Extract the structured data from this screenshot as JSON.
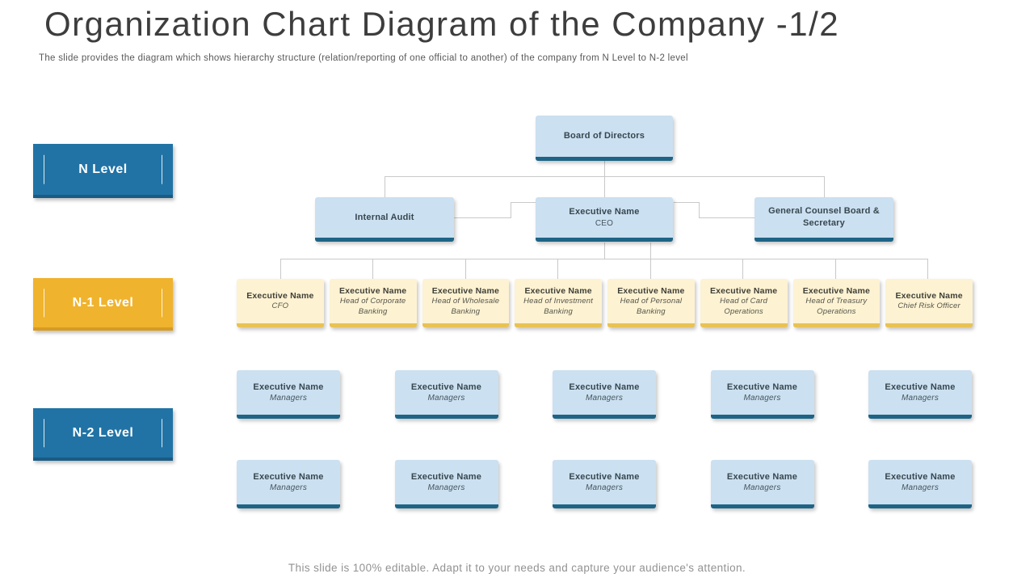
{
  "slide": {
    "title": "Organization Chart Diagram of the Company -1/2",
    "subtitle": "The slide provides the diagram which shows hierarchy structure (relation/reporting of one official to another) of the company from N Level to N-2 level",
    "footer": "This slide is 100% editable. Adapt it to your needs and capture your audience's attention."
  },
  "levels": [
    {
      "label": "N Level",
      "color": "#2173A5"
    },
    {
      "label": "N-1 Level",
      "color": "#F0B32E"
    },
    {
      "label": "N-2 Level",
      "color": "#2173A5"
    }
  ],
  "colors": {
    "box_blue_fill": "#CBE0F1",
    "box_blue_edge": "#1E6486",
    "box_cream_fill": "#FDF2D2",
    "box_cream_edge": "#E8C253",
    "connector": "#C9C9C9"
  },
  "org": {
    "board": {
      "title": "Board of Directors"
    },
    "internal_audit": {
      "title": "Internal Audit"
    },
    "ceo": {
      "name": "Executive Name",
      "role": "CEO"
    },
    "general_counsel": {
      "title": "General Counsel Board & Secretary"
    },
    "n1": [
      {
        "name": "Executive Name",
        "role": "CFO"
      },
      {
        "name": "Executive Name",
        "role": "Head of Corporate Banking"
      },
      {
        "name": "Executive Name",
        "role": "Head of Wholesale Banking"
      },
      {
        "name": "Executive Name",
        "role": "Head of Investment Banking"
      },
      {
        "name": "Executive Name",
        "role": "Head of Personal Banking"
      },
      {
        "name": "Executive Name",
        "role": "Head of Card Operations"
      },
      {
        "name": "Executive Name",
        "role": "Head of Treasury Operations"
      },
      {
        "name": "Executive Name",
        "role": "Chief Risk Officer"
      }
    ],
    "n2_row1": [
      {
        "name": "Executive Name",
        "role": "Managers"
      },
      {
        "name": "Executive Name",
        "role": "Managers"
      },
      {
        "name": "Executive Name",
        "role": "Managers"
      },
      {
        "name": "Executive Name",
        "role": "Managers"
      },
      {
        "name": "Executive Name",
        "role": "Managers"
      }
    ],
    "n2_row2": [
      {
        "name": "Executive Name",
        "role": "Managers"
      },
      {
        "name": "Executive Name",
        "role": "Managers"
      },
      {
        "name": "Executive Name",
        "role": "Managers"
      },
      {
        "name": "Executive Name",
        "role": "Managers"
      },
      {
        "name": "Executive Name",
        "role": "Managers"
      }
    ]
  }
}
